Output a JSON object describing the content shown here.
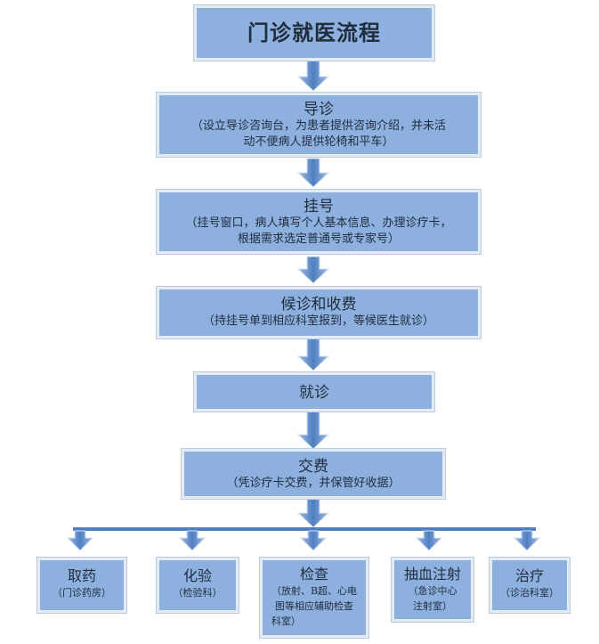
{
  "title": "门诊就医流程",
  "steps": [
    {
      "title": "导诊",
      "desc_lines": [
        "（设立导诊咨询台，为患者提供咨询介绍，并未活",
        "动不便病人提供轮椅和平车）"
      ]
    },
    {
      "title": "挂号",
      "desc_lines": [
        "（挂号窗口，病人填写个人基本信息、办理诊疗卡，",
        "根据需求选定普通号或专家号）"
      ]
    },
    {
      "title": "候诊和收费",
      "desc_lines": [
        "（持挂号单到相应科室报到，等候医生就诊）"
      ]
    },
    {
      "title": "就诊",
      "desc_lines": []
    },
    {
      "title": "交费",
      "desc_lines": [
        "（凭诊疗卡交费，并保管好收据）"
      ]
    }
  ],
  "branches": [
    {
      "title": "取药",
      "desc_lines": [
        "（门诊药房）"
      ]
    },
    {
      "title": "化验",
      "desc_lines": [
        "（检验科）"
      ]
    },
    {
      "title": "检查",
      "desc_lines": [
        "（放射、B超、心电",
        "图等相应辅助检查",
        "科室）"
      ]
    },
    {
      "title": "抽血注射",
      "desc_lines": [
        "（急诊中心",
        "注射室）"
      ]
    },
    {
      "title": "治疗",
      "desc_lines": [
        "（诊治科室）"
      ]
    }
  ],
  "colors": {
    "box_fill": "#8db0de",
    "box_border": "#e3ebf5",
    "arrow_fill": "#4f7fc0",
    "connector": "#4f7fc0"
  }
}
